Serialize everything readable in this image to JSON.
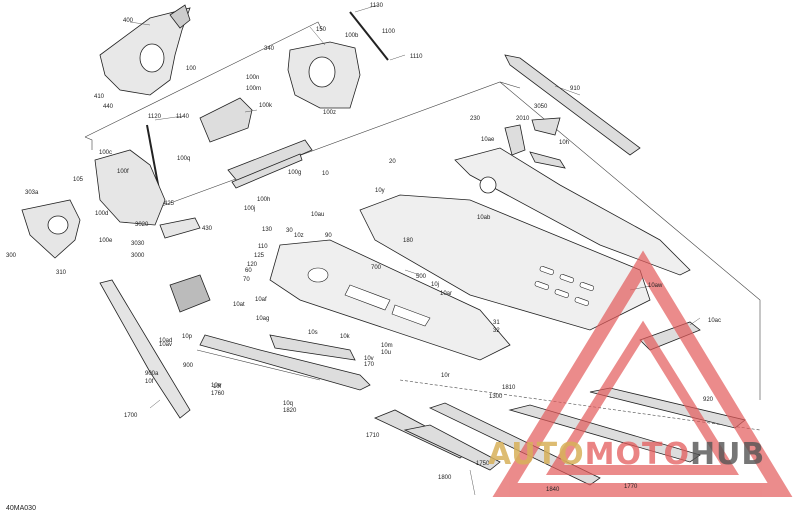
{
  "diagram": {
    "code": "40MA030",
    "callouts": [
      {
        "text": "400"
      },
      {
        "text": "150"
      },
      {
        "text": "1130"
      },
      {
        "text": "100b"
      },
      {
        "text": "1100"
      },
      {
        "text": "340"
      },
      {
        "text": "1110"
      },
      {
        "text": "100"
      },
      {
        "text": "100n"
      },
      {
        "text": "100m"
      },
      {
        "text": "100k"
      },
      {
        "text": "410"
      },
      {
        "text": "440"
      },
      {
        "text": "100z"
      },
      {
        "text": "910"
      },
      {
        "text": "1120"
      },
      {
        "text": "1140"
      },
      {
        "text": "100q"
      },
      {
        "text": "3050"
      },
      {
        "text": "230"
      },
      {
        "text": "2010"
      },
      {
        "text": "100c"
      },
      {
        "text": "10ae"
      },
      {
        "text": "10h"
      },
      {
        "text": "100g"
      },
      {
        "text": "105"
      },
      {
        "text": "100f"
      },
      {
        "text": "10"
      },
      {
        "text": "20"
      },
      {
        "text": "303a"
      },
      {
        "text": "425"
      },
      {
        "text": "100h"
      },
      {
        "text": "100j"
      },
      {
        "text": "10y"
      },
      {
        "text": "100d"
      },
      {
        "text": "10ab"
      },
      {
        "text": "3020"
      },
      {
        "text": "430"
      },
      {
        "text": "130"
      },
      {
        "text": "10au"
      },
      {
        "text": "100e"
      },
      {
        "text": "3030"
      },
      {
        "text": "30"
      },
      {
        "text": "90"
      },
      {
        "text": "180"
      },
      {
        "text": "300"
      },
      {
        "text": "3000"
      },
      {
        "text": "10z"
      },
      {
        "text": "110"
      },
      {
        "text": "125"
      },
      {
        "text": "120"
      },
      {
        "text": "700"
      },
      {
        "text": "310"
      },
      {
        "text": "60"
      },
      {
        "text": "500"
      },
      {
        "text": "70"
      },
      {
        "text": "10j"
      },
      {
        "text": "10af"
      },
      {
        "text": "10ar"
      },
      {
        "text": "10aw"
      },
      {
        "text": "10at"
      },
      {
        "text": "10ag"
      },
      {
        "text": "31"
      },
      {
        "text": "10p"
      },
      {
        "text": "32"
      },
      {
        "text": "10ac"
      },
      {
        "text": "10ad"
      },
      {
        "text": "10av"
      },
      {
        "text": "10f"
      },
      {
        "text": "10s"
      },
      {
        "text": "10k"
      },
      {
        "text": "10m"
      },
      {
        "text": "10u"
      },
      {
        "text": "10v"
      },
      {
        "text": "170"
      },
      {
        "text": "900"
      },
      {
        "text": "900a"
      },
      {
        "text": "10f"
      },
      {
        "text": "10e"
      },
      {
        "text": "1760"
      },
      {
        "text": "10r"
      },
      {
        "text": "10q"
      },
      {
        "text": "1820"
      },
      {
        "text": "1810"
      },
      {
        "text": "1300"
      },
      {
        "text": "920"
      },
      {
        "text": "1700"
      },
      {
        "text": "1710"
      },
      {
        "text": "1750"
      },
      {
        "text": "1800"
      },
      {
        "text": "1840"
      },
      {
        "text": "1770"
      }
    ]
  },
  "watermark": {
    "part_a": "AUTO",
    "part_b": "MOTO",
    "part_c": "HUB",
    "colors": {
      "gold": "#d8b15a",
      "red": "#e35b5b",
      "dark": "#555555"
    }
  }
}
